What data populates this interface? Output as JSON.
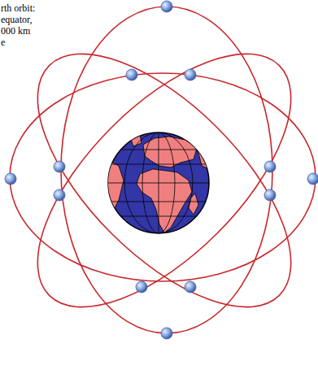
{
  "diagram": {
    "labels": [
      "rth orbit:",
      "equator,",
      "000 km",
      "e"
    ]
  }
}
